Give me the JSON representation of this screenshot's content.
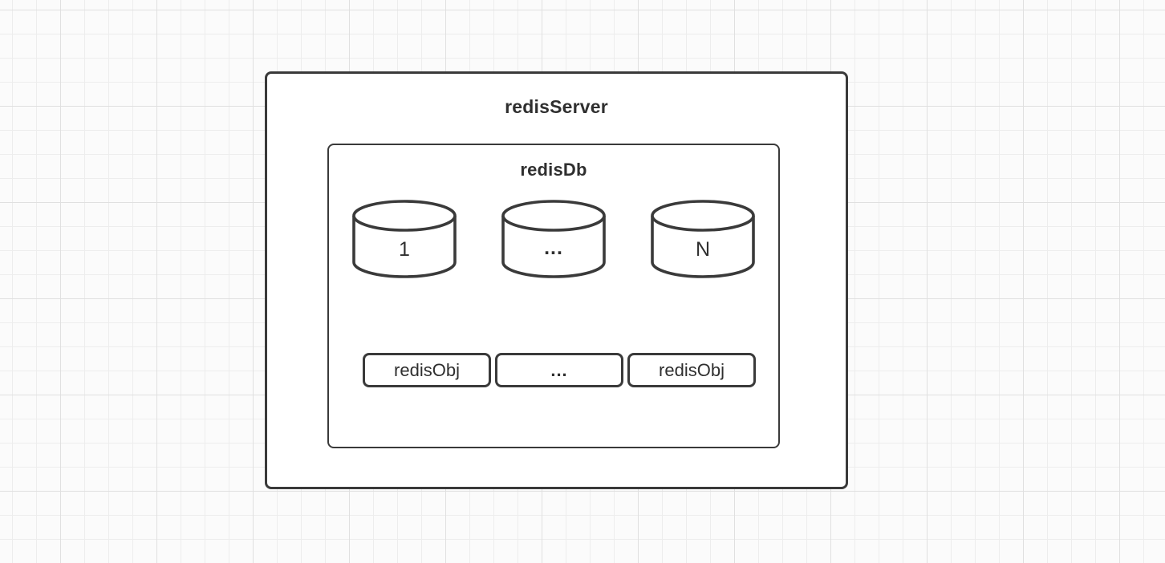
{
  "diagram": {
    "server": {
      "title": "redisServer"
    },
    "db": {
      "title": "redisDb"
    },
    "cylinders": [
      {
        "label": "1"
      },
      {
        "label": "..."
      },
      {
        "label": "N"
      }
    ],
    "objects": [
      {
        "label": "redisObj"
      },
      {
        "label": "..."
      },
      {
        "label": "redisObj"
      }
    ]
  },
  "colors": {
    "stroke": "#3a3a3a",
    "text": "#2f2f2f",
    "shape_fill": "#ffffff",
    "canvas_background": "#fbfbfb",
    "grid_minor": "#ededed",
    "grid_major": "#e0e0e0"
  }
}
